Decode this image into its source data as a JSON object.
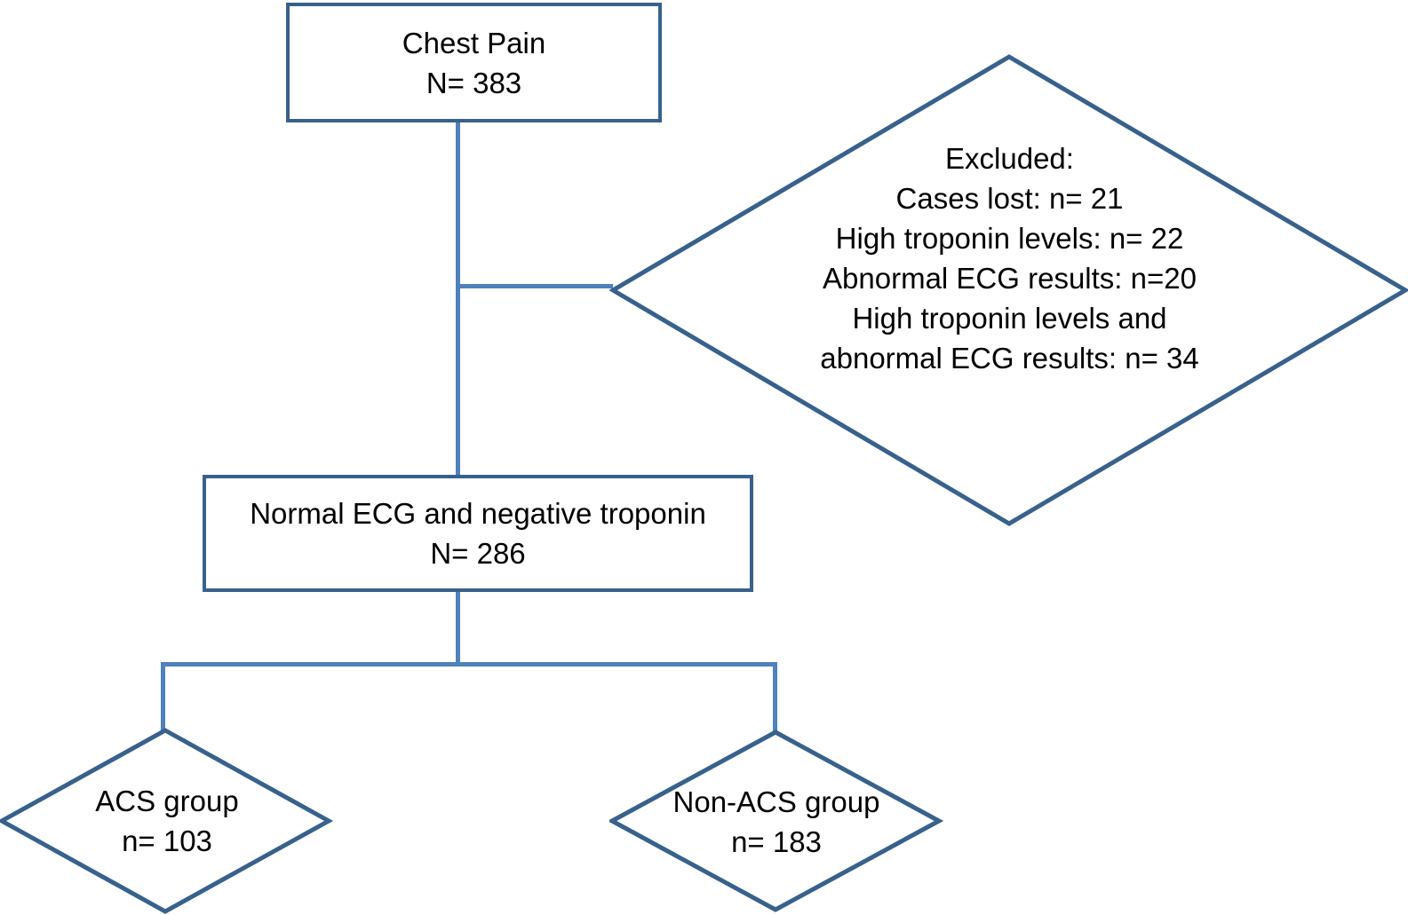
{
  "figure": {
    "kind": "flowchart",
    "background": "#ffffff"
  },
  "colors": {
    "shape_border": "#38618C",
    "connector": "#4F81BD",
    "text": "#000000"
  },
  "nodes": {
    "chest_pain": {
      "shape": "rectangle",
      "lines": [
        "Chest Pain",
        "N= 383"
      ]
    },
    "excluded": {
      "shape": "diamond",
      "lines": [
        "Excluded:",
        "Cases lost: n= 21",
        "High troponin levels: n= 22",
        "Abnormal ECG results: n=20",
        "High troponin levels and",
        "abnormal ECG results: n= 34"
      ]
    },
    "normal_ecg": {
      "shape": "rectangle",
      "lines": [
        "Normal ECG and negative troponin",
        "N= 286"
      ]
    },
    "acs_group": {
      "shape": "diamond",
      "lines": [
        "ACS group",
        "n= 103"
      ]
    },
    "non_acs_group": {
      "shape": "diamond",
      "lines": [
        "Non-ACS group",
        "n= 183"
      ]
    }
  },
  "edges": [
    {
      "from": "chest_pain",
      "to": "normal_ecg"
    },
    {
      "from": "chest_pain",
      "to": "excluded"
    },
    {
      "from": "normal_ecg",
      "to": "acs_group"
    },
    {
      "from": "normal_ecg",
      "to": "non_acs_group"
    }
  ]
}
